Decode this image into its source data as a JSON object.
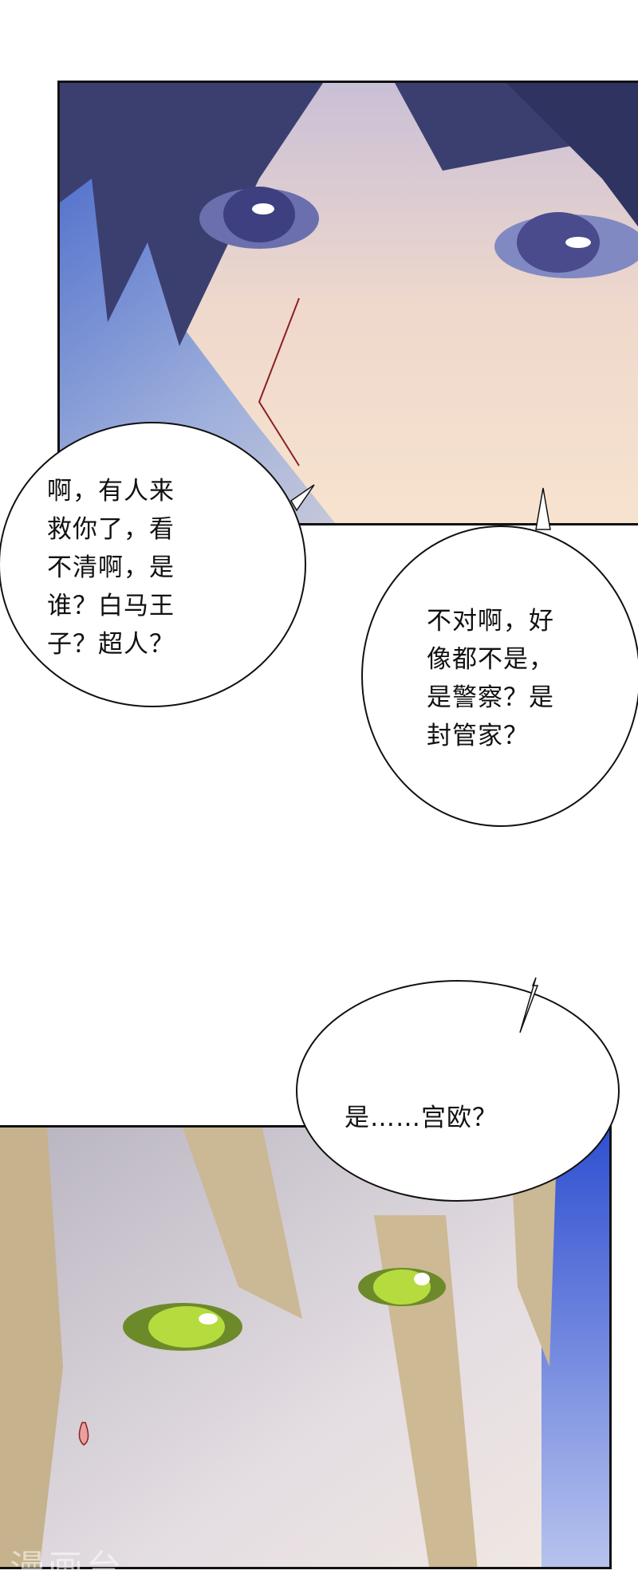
{
  "panels": [
    {
      "description_colors": {
        "hair": "#3a3f6e",
        "skin": "#f2d7c6",
        "eyes": "#6a6fb0",
        "background": "#5b7bd0"
      }
    },
    {
      "description_colors": {
        "hair": "#c9b48e",
        "skin": "#e8dcd8",
        "eyes": "#a8d43a",
        "background": "#3a5ad8"
      }
    }
  ],
  "bubbles": [
    {
      "lines": "啊，有人来\n救你了，看\n不清啊，是\n谁？白马王\n子？超人？"
    },
    {
      "lines": "不对啊，好\n像都不是，\n是警察？是\n封管家？"
    },
    {
      "lines": "是……宫欧？"
    }
  ],
  "watermark": "漫画台"
}
